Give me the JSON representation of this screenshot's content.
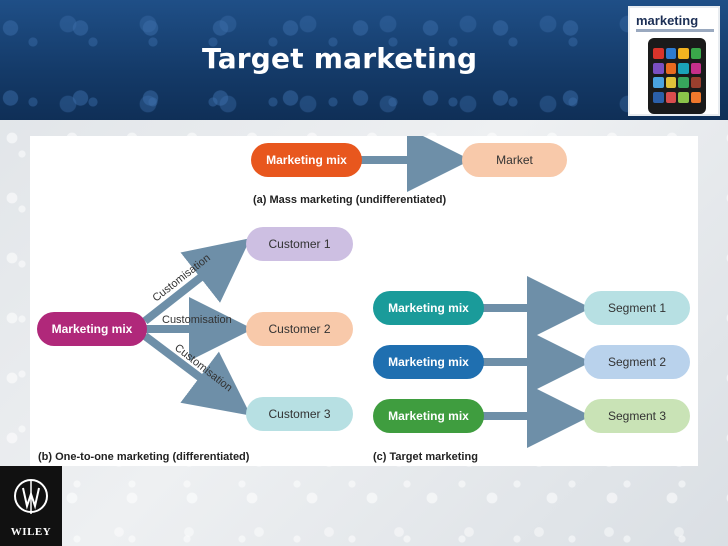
{
  "slide": {
    "title": "Target marketing"
  },
  "book": {
    "title": "marketing"
  },
  "diagram_a": {
    "source_label": "Marketing mix",
    "target_label": "Market",
    "caption": "(a) Mass marketing (undifferentiated)"
  },
  "diagram_b": {
    "source_label": "Marketing mix",
    "customers": [
      "Customer 1",
      "Customer 2",
      "Customer 3"
    ],
    "arrow_labels": [
      "Customisation",
      "Customisation",
      "Customisation"
    ],
    "caption": "(b) One-to-one marketing (differentiated)"
  },
  "diagram_c": {
    "rows": [
      {
        "source_label": "Marketing mix",
        "target_label": "Segment 1"
      },
      {
        "source_label": "Marketing mix",
        "target_label": "Segment 2"
      },
      {
        "source_label": "Marketing mix",
        "target_label": "Segment 3"
      }
    ],
    "caption": "(c) Target marketing"
  },
  "publisher": {
    "name": "WILEY"
  },
  "colors": {
    "orange_mix": "#e8571e",
    "orange_market": "#f8c9aa",
    "magenta_mix": "#b0287a",
    "customer1": "#cdbfe2",
    "customer2": "#f8c9aa",
    "customer3": "#b7e0e3",
    "teal_mix": "#1a9b9a",
    "teal_segment": "#b7e0e3",
    "blue_mix": "#1f6fb0",
    "blue_segment": "#b9d2ec",
    "green_mix": "#3f9d3f",
    "green_segment": "#c9e3b6",
    "arrow": "#6e8fa8"
  }
}
